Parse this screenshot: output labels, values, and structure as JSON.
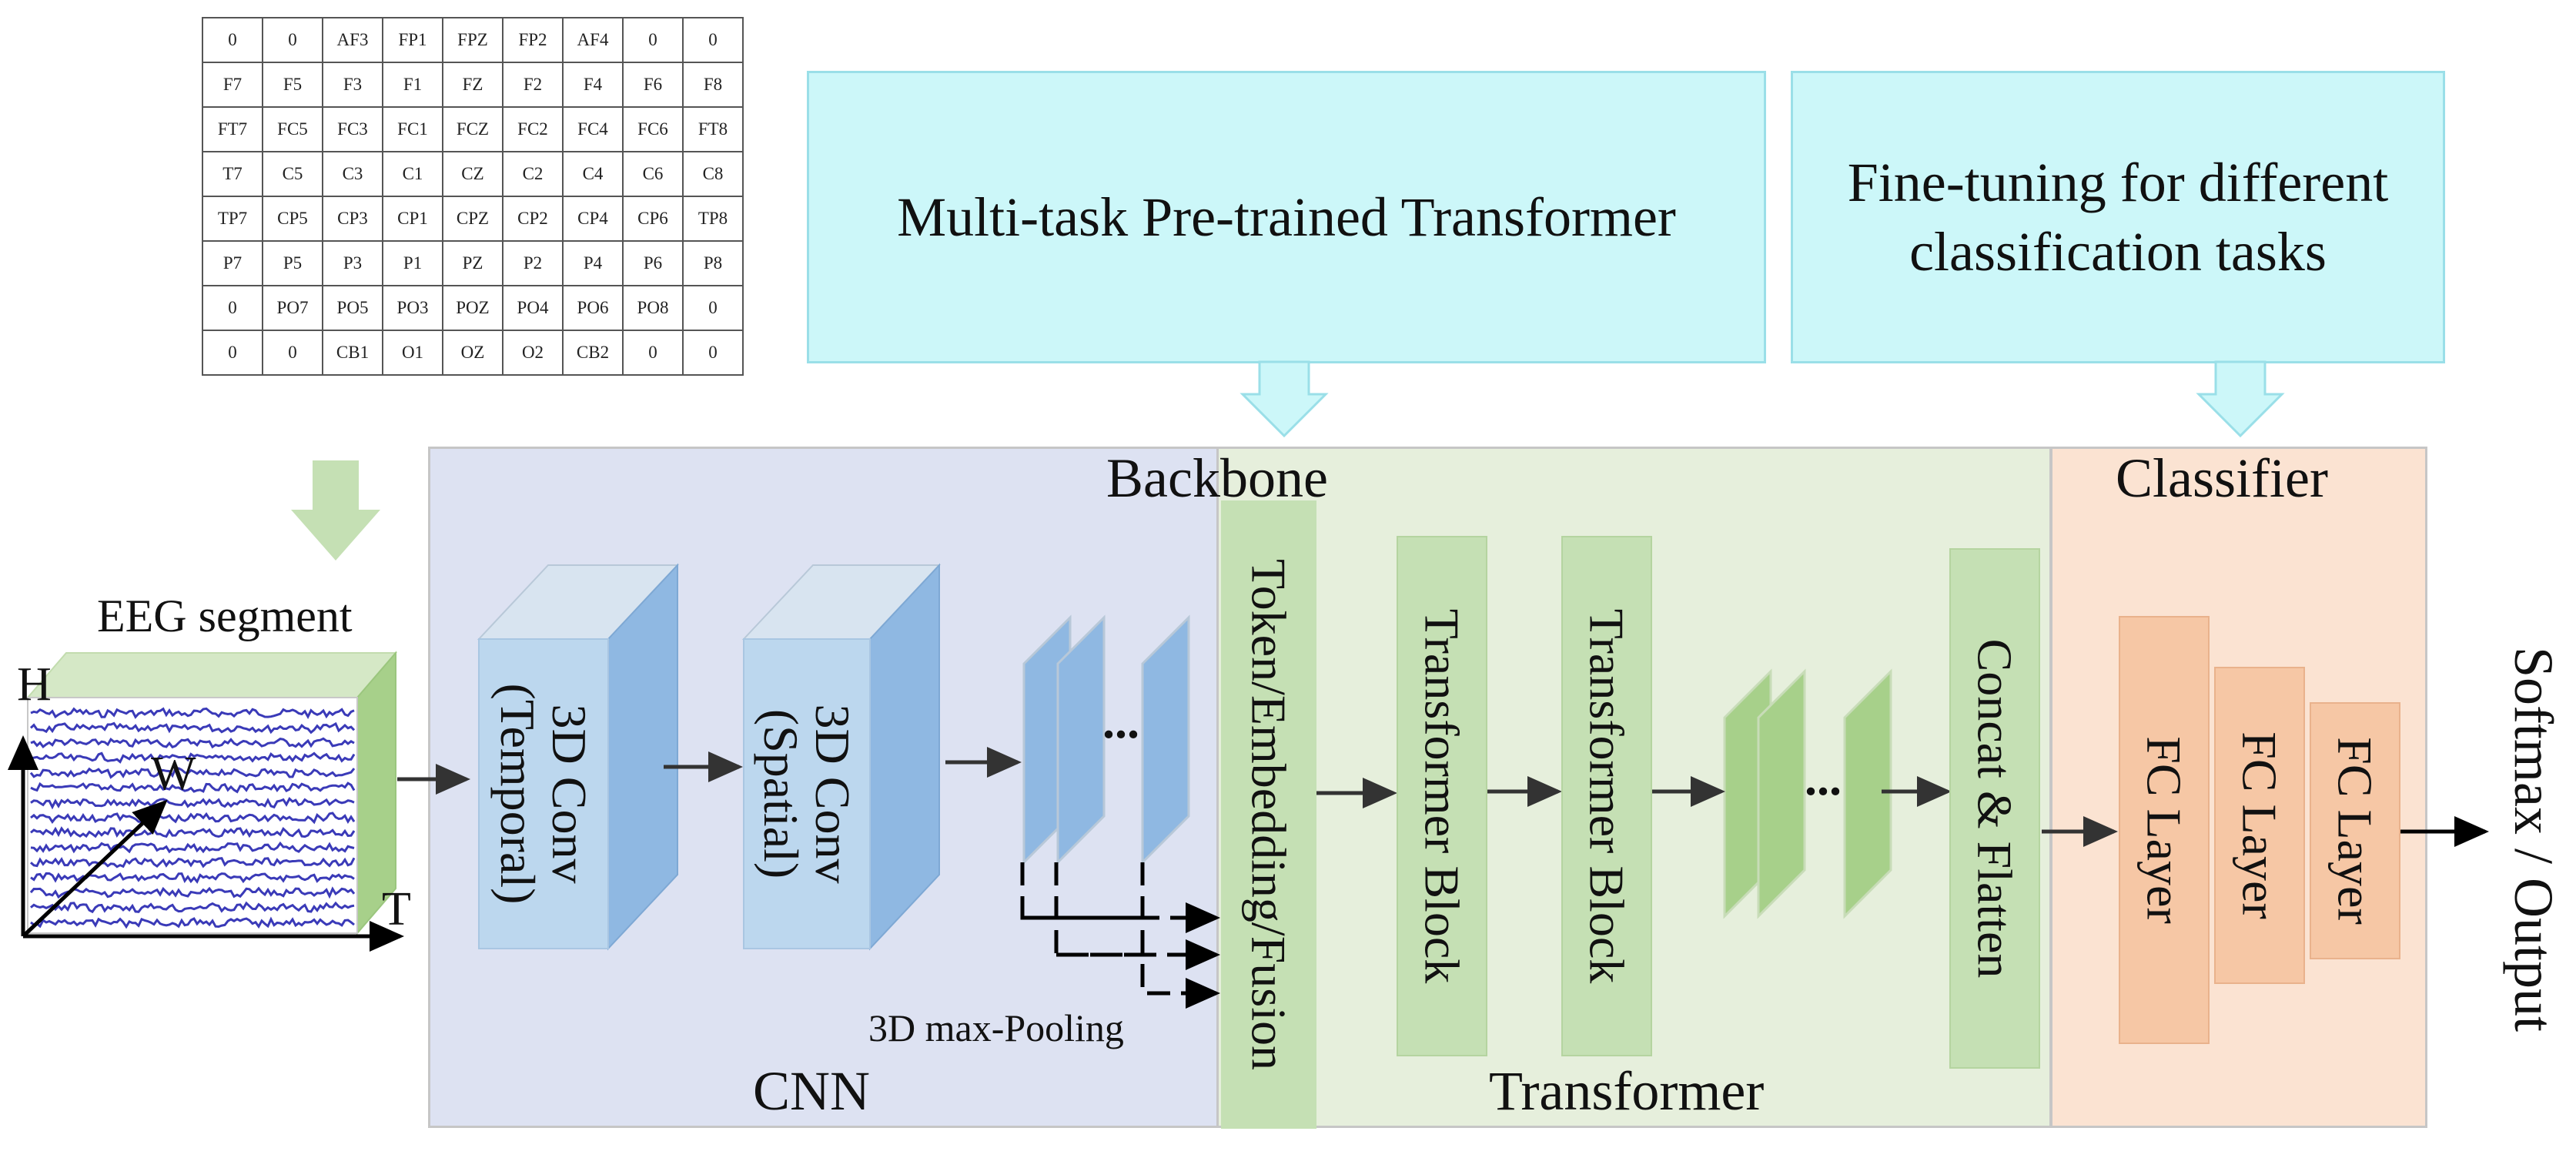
{
  "electrode_grid": [
    [
      "0",
      "0",
      "AF3",
      "FP1",
      "FPZ",
      "FP2",
      "AF4",
      "0",
      "0"
    ],
    [
      "F7",
      "F5",
      "F3",
      "F1",
      "FZ",
      "F2",
      "F4",
      "F6",
      "F8"
    ],
    [
      "FT7",
      "FC5",
      "FC3",
      "FC1",
      "FCZ",
      "FC2",
      "FC4",
      "FC6",
      "FT8"
    ],
    [
      "T7",
      "C5",
      "C3",
      "C1",
      "CZ",
      "C2",
      "C4",
      "C6",
      "C8"
    ],
    [
      "TP7",
      "CP5",
      "CP3",
      "CP1",
      "CPZ",
      "CP2",
      "CP4",
      "CP6",
      "TP8"
    ],
    [
      "P7",
      "P5",
      "P3",
      "P1",
      "PZ",
      "P2",
      "P4",
      "P6",
      "P8"
    ],
    [
      "0",
      "PO7",
      "PO5",
      "PO3",
      "POZ",
      "PO4",
      "PO6",
      "PO8",
      "0"
    ],
    [
      "0",
      "0",
      "CB1",
      "O1",
      "OZ",
      "O2",
      "CB2",
      "0",
      "0"
    ]
  ],
  "top_boxes": {
    "pretrain": "Multi-task Pre-trained Transformer",
    "finetune_line1": "Fine-tuning for different",
    "finetune_line2": "classification tasks"
  },
  "regions": {
    "backbone": "Backbone",
    "cnn": "CNN",
    "transformer": "Transformer",
    "classifier": "Classifier"
  },
  "eeg": {
    "label": "EEG segment",
    "axis_h": "H",
    "axis_w": "W",
    "axis_t": "T"
  },
  "blocks": {
    "conv_temporal_line1": "3D Conv",
    "conv_temporal_line2": "(Temporal)",
    "conv_spatial_line1": "3D Conv",
    "conv_spatial_line2": "(Spatial)",
    "pooling_label": "3D max-Pooling",
    "token_fusion": "Token/Embedding/Fusion",
    "transformer_block_1": "Transformer Block",
    "transformer_block_2": "Transformer Block",
    "concat_flatten": "Concat & Flatten",
    "fc_1": "FC Layer",
    "fc_2": "FC Layer",
    "fc_3": "FC Layer",
    "output": "Softmax / Output",
    "ellipsis_cnn": "...",
    "ellipsis_transformer": "..."
  },
  "colors": {
    "cyan_box": "#ccf7f9",
    "cnn_region": "#dde2f2",
    "transformer_region": "#e6efdc",
    "classifier_region": "#fbe3d2",
    "conv_front": "#bcd7ee",
    "conv_side": "#8fb8e2",
    "green_block": "#c5e0b4",
    "fc_block": "#f6c7a5",
    "eeg_wave": "#3a3ab8"
  }
}
